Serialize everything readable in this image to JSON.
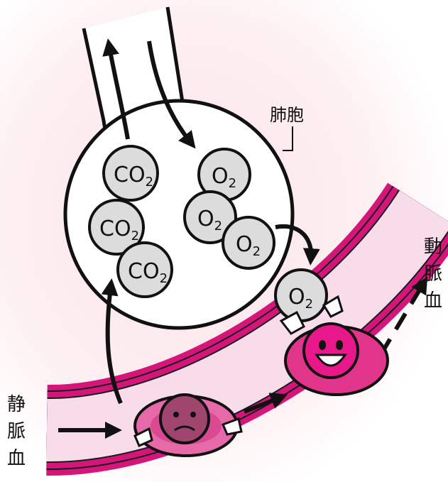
{
  "labels": {
    "alveolus": "肺胞",
    "venous_blood": [
      "静",
      "脈",
      "血"
    ],
    "arterial_blood": [
      "動",
      "脈",
      "血"
    ]
  },
  "molecules": {
    "co2_main": "CO",
    "co2_sub": "2",
    "o2_main": "O",
    "o2_sub": "2"
  },
  "colors": {
    "vessel_wall": "#d4157a",
    "vessel_inner": "#f8dcea",
    "cell_venous": "#e66aa8",
    "cell_arterial": "#e0358a",
    "face_sad": "#a0456e",
    "face_happy": "#e8188a",
    "bubble": "#dcdcdc",
    "glow": "#fbe6ea"
  }
}
